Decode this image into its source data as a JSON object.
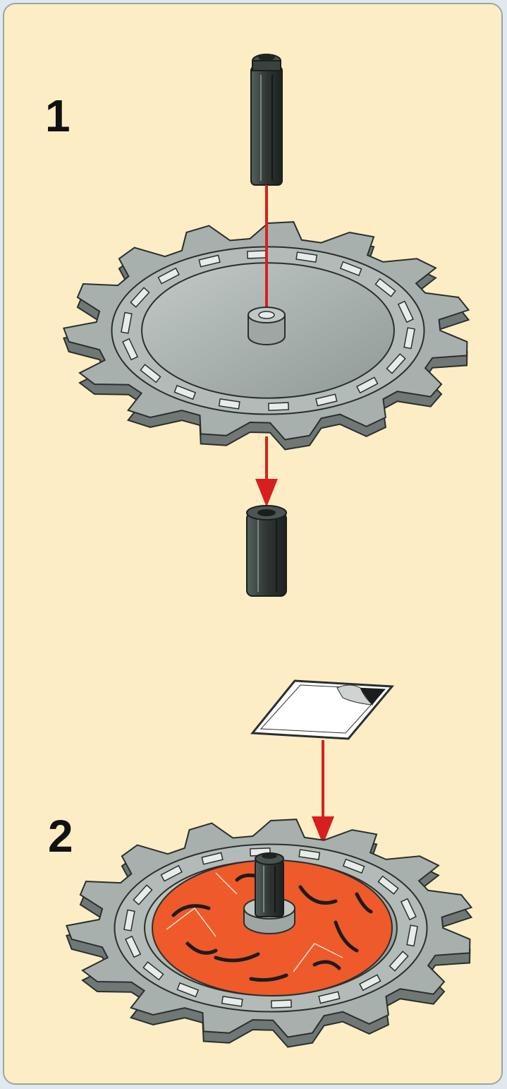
{
  "colors": {
    "background": "#fdedc4",
    "frame": "#9aa3a8",
    "gear": "#a7b0ad",
    "gear_dark": "#6f7876",
    "outline": "#2a2f2e",
    "axle": "#3b4240",
    "arrow": "#d81f1f",
    "sticker_orange": "#ee5a2a",
    "sticker_black": "#1c1c1c",
    "paper": "#ffffff"
  },
  "steps": [
    {
      "number": "1"
    },
    {
      "number": "2"
    }
  ],
  "icons": {
    "gear": "gear-disc",
    "axle": "axle-pin",
    "bushing": "bushing",
    "sticker": "sticker-sheet",
    "arrow": "down-arrow"
  }
}
